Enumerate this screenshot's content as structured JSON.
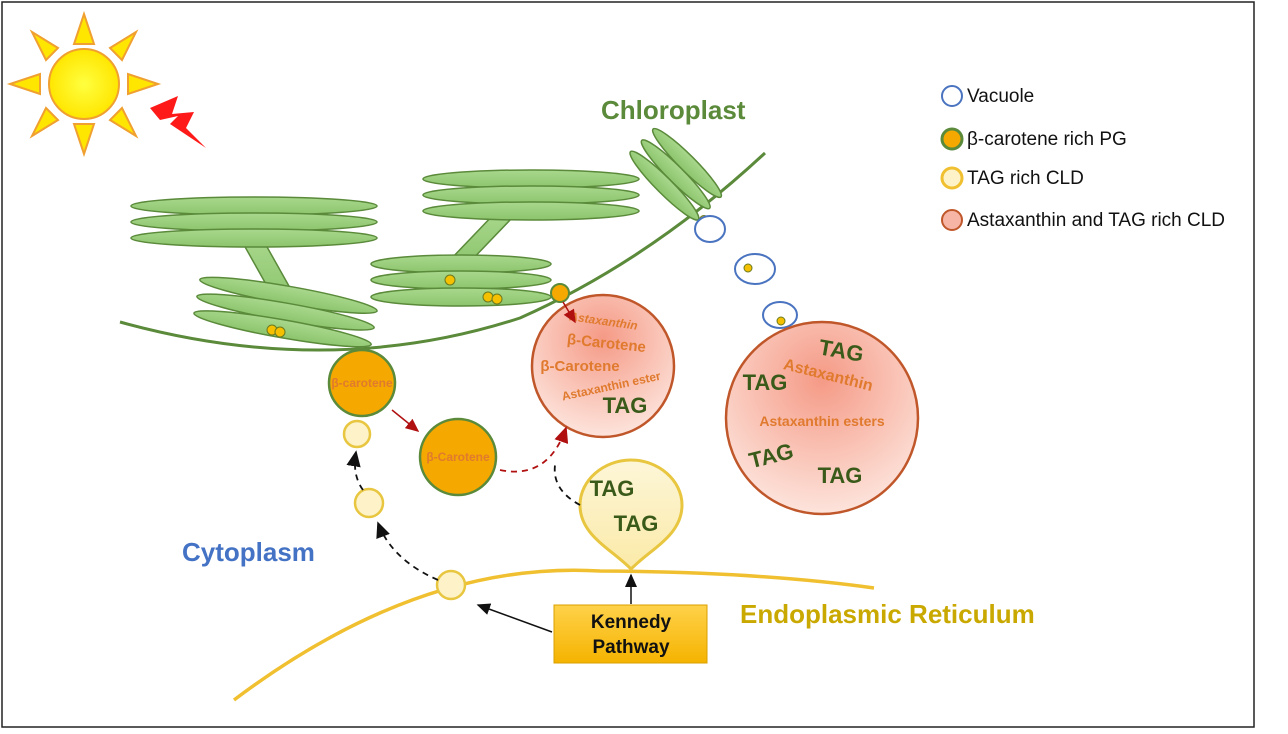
{
  "labels": {
    "chloroplast": "Chloroplast",
    "cytoplasm": "Cytoplasm",
    "er": "Endoplasmic Reticulum",
    "kennedy_line1": "Kennedy",
    "kennedy_line2": "Pathway"
  },
  "legend": [
    {
      "label": "Vacuole",
      "kind": "vacuole"
    },
    {
      "label": "β-carotene rich PG",
      "kind": "pg"
    },
    {
      "label": "TAG rich CLD",
      "kind": "tag_cld"
    },
    {
      "label": "Astaxanthin and TAG rich CLD",
      "kind": "asta_cld"
    }
  ],
  "droplets": {
    "pg_left": "β-carotene",
    "pg_mid": "β-Carotene",
    "cld_mid": {
      "astaxanthin": "Astaxanthin",
      "carotene_1": "β-Carotene",
      "carotene_2": "β-Carotene",
      "ester": "Astaxanthin ester",
      "tag": "TAG"
    },
    "tag_drop": {
      "tag_1": "TAG",
      "tag_2": "TAG"
    },
    "cld_big": {
      "tag_top": "TAG",
      "astaxanthin": "Astaxanthin",
      "tag_left": "TAG",
      "esters": "Astaxanthin esters",
      "tag_bottom_left": "TAG",
      "tag_bottom_right": "TAG"
    }
  },
  "colors": {
    "chloroplast_green": "#5a8a3a",
    "thylakoid_fill": "#9ccf7f",
    "cytoplasm_blue": "#4472c4",
    "er_gold": "#c9a800",
    "er_line": "#f0c030",
    "pg_orange": "#f5a800",
    "vacuole_blue": "#4a74c0",
    "cld_pink": "#f7b5a5",
    "cld_border": "#c0572a",
    "tag_fill": "#fdf2c8",
    "tag_border": "#e8c640",
    "arrow_red": "#b01010"
  }
}
